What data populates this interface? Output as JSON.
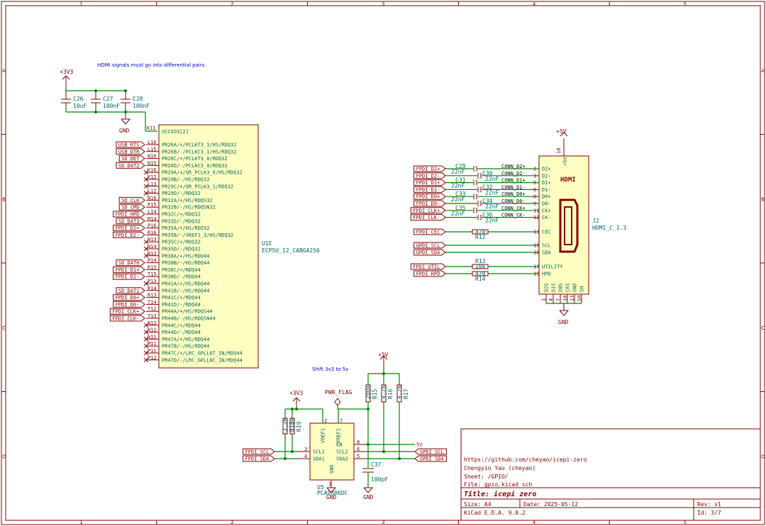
{
  "frame": {
    "columns": [
      "1",
      "2",
      "3",
      "4",
      "5"
    ],
    "rows": [
      "A",
      "B",
      "C",
      "D"
    ]
  },
  "notes": {
    "hdmi_note": "HDMI signals must go into differential pairs",
    "shift_note": "Shift 3v3 to 5v"
  },
  "u1e": {
    "power_pin": {
      "num": "K11",
      "name": "VCCIO3[2]"
    },
    "pins": [
      {
        "num": "L16",
        "name": "PR26A/+/PCLKT3_1/HS/RDQ32",
        "label": "USB_RTS",
        "nc": false
      },
      {
        "num": "L15",
        "name": "PR26B/-/PCLKC3_1/HS/RDQ32",
        "label": "USB_DTR",
        "nc": false
      },
      {
        "num": "N16",
        "name": "PR26C/+/PCLKT3_0/RDQ32",
        "label": "SD_DET",
        "nc": false
      },
      {
        "num": "N15",
        "name": "PR26D/-/PCLKC3_0/RDQ32",
        "label": "SD_DAT2",
        "nc": false
      },
      {
        "num": "K16",
        "name": "PR29A/+/GR_PCLK3_0/HS/RDQ32",
        "label": "",
        "nc": true
      },
      {
        "num": "K12",
        "name": "PR29B/-/HS/RDQ32",
        "label": "",
        "nc": true
      },
      {
        "num": "L13",
        "name": "PR29C/+/GR_PCLK3_1/RDQ32",
        "label": "",
        "nc": true
      },
      {
        "num": "L12",
        "name": "PR29D/-/RDQ32",
        "label": "",
        "nc": true
      },
      {
        "num": "N16",
        "name": "PR32A/+/HS/RDQS32",
        "label": "SD_CLK",
        "nc": false
      },
      {
        "num": "P15",
        "name": "PR32B/-/HS/RDQSN32",
        "label": "SD_CMD",
        "nc": false
      },
      {
        "num": "L14",
        "name": "PR32C/+/RDQ32",
        "label": "FPDI_HPD",
        "nc": false
      },
      {
        "num": "M14",
        "name": "PR32D/-/RDQ32",
        "label": "SD_DAT3",
        "nc": false
      },
      {
        "num": "P16",
        "name": "PR35A/+/HS/RDQ32",
        "label": "FPDI_D2+",
        "nc": false
      },
      {
        "num": "R16",
        "name": "PR35B/-/VREF1_3/HS/RDQ32",
        "label": "FPDI_D2-",
        "nc": false
      },
      {
        "num": "N13",
        "name": "PR35C/+/RDQ32",
        "label": "",
        "nc": true
      },
      {
        "num": "N14",
        "name": "PR35D/-/RDQ32",
        "label": "",
        "nc": true
      },
      {
        "num": "N13",
        "name": "PR38A/+/HS/RDQ44",
        "label": "",
        "nc": true
      },
      {
        "num": "P14",
        "name": "PR38B/-/HS/RDQ44",
        "label": "SD_DAT0",
        "nc": false
      },
      {
        "num": "R15",
        "name": "PR38C/+/RDQ44",
        "label": "FPDI_D1+",
        "nc": false
      },
      {
        "num": "T15",
        "name": "PR38D/-/RDQ44",
        "label": "FPDI_D1-",
        "nc": false
      },
      {
        "num": "P13",
        "name": "PR41A/+/HS/RDQ44",
        "label": "",
        "nc": true
      },
      {
        "num": "R14",
        "name": "PR41B/-/HS/RDQ44",
        "label": "SD_DAT1",
        "nc": false
      },
      {
        "num": "R13",
        "name": "PR41C/+/RDQ44",
        "label": "FPDI_D0+",
        "nc": false
      },
      {
        "num": "T14",
        "name": "PR41D/-/RDQ44",
        "label": "FPDI_D0-",
        "nc": false
      },
      {
        "num": "T12",
        "name": "PR44A/+/HS/RDQS44",
        "label": "FPDI_CLK+",
        "nc": false
      },
      {
        "num": "T13",
        "name": "PR44B/-/HS/RDQSN44",
        "label": "FPDI_CLK-",
        "nc": false
      },
      {
        "num": "N12",
        "name": "PR44C/+/RDQ44",
        "label": "",
        "nc": true
      },
      {
        "num": "N12",
        "name": "PR44D/-/RDQ44",
        "label": "",
        "nc": true
      },
      {
        "num": "N11",
        "name": "PR47A/+/HS/RDQ44",
        "label": "",
        "nc": true
      },
      {
        "num": "M11",
        "name": "PR47B/-/HS/RDQ44",
        "label": "",
        "nc": true
      },
      {
        "num": "P11",
        "name": "PR47C/+/LRC_GPLL0T_IN/RDQ44",
        "label": "",
        "nc": true
      },
      {
        "num": "P12",
        "name": "PR47D/-/LRC_GPLL0C_IN/RDQ44",
        "label": "",
        "nc": true
      }
    ],
    "ref": "U1E",
    "value": "ECP5U_12_CABGA256"
  },
  "decoupling": {
    "rail": "+3V3",
    "gnd": "GND",
    "caps": [
      {
        "ref": "C26",
        "value": "10uF"
      },
      {
        "ref": "C27",
        "value": "100nF"
      },
      {
        "ref": "C28",
        "value": "100nF"
      }
    ]
  },
  "hdmi": {
    "ref": "J2",
    "value": "HDMI_C_1.3",
    "rail": "+5V",
    "gnd": "GND",
    "top_pin": "18",
    "top_pin_name": "+5V",
    "logo": "HDMI",
    "pins": [
      {
        "num": "2",
        "name": "D2+",
        "label": "FPDI_D2+",
        "cap": "C29",
        "cval": "22nF",
        "net": "CONN_D2+"
      },
      {
        "num": "3",
        "name": "D2-",
        "label": "FPDI_D2-",
        "cap": "C30",
        "cval": "22nF",
        "net": "CONN_D2-"
      },
      {
        "num": "5",
        "name": "D1+",
        "label": "FPDI_D1+",
        "cap": "C31",
        "cval": "22nF",
        "net": "CONN_D1+"
      },
      {
        "num": "6",
        "name": "D1-",
        "label": "FPDI_D1-",
        "cap": "C32",
        "cval": "22nF",
        "net": "CONN_D1-"
      },
      {
        "num": "8",
        "name": "D0+",
        "label": "FPDI_D0+",
        "cap": "C33",
        "cval": "22nF",
        "net": "CONN_D0+"
      },
      {
        "num": "9",
        "name": "D0-",
        "label": "FPDI_D0-",
        "cap": "C34",
        "cval": "22nF",
        "net": "CONN_D0-"
      },
      {
        "num": "11",
        "name": "CK+",
        "label": "FPDI_CLK+",
        "cap": "C35",
        "cval": "22nF",
        "net": "CONN_CK+"
      },
      {
        "num": "12",
        "name": "CK-",
        "label": "FPDI_CLK-",
        "cap": "C36",
        "cval": "22nF",
        "net": "CONN_CK-"
      }
    ],
    "misc": [
      {
        "num": "13",
        "name": "CEC",
        "label": "FPDI_CEC",
        "res": "R12",
        "rval": "470"
      },
      {
        "num": "15",
        "name": "SCL",
        "label": "GPDI_SCL",
        "res": "",
        "rval": ""
      },
      {
        "num": "16",
        "name": "SDA",
        "label": "GPDI_SDA",
        "res": "",
        "rval": ""
      },
      {
        "num": "17",
        "name": "UTILITY",
        "label": "FPDI_UTIL",
        "res": "R13",
        "rval": "10k"
      },
      {
        "num": "19",
        "name": "HPD",
        "label": "FPDI_HPD",
        "res": "R14",
        "rval": "470"
      }
    ],
    "bottom_pins": [
      {
        "num": "1",
        "name": "D2S"
      },
      {
        "num": "4",
        "name": "D1S"
      },
      {
        "num": "7",
        "name": "D0S"
      },
      {
        "num": "10",
        "name": "CKS"
      },
      {
        "num": "13",
        "name": "GND"
      },
      {
        "num": "SH",
        "name": "SH"
      }
    ]
  },
  "shifter": {
    "ref": "U5",
    "value": "PCA9306DC",
    "rail_3v3": "+3V3",
    "rail_5v": "+5V",
    "pwr_flag": "PWR_FLAG",
    "gnd": "GND",
    "pins_left": [
      {
        "num": "3",
        "name": "SCL1",
        "label": "FPDI_SCL"
      },
      {
        "num": "4",
        "name": "SDA1",
        "label": "FPDI_SDA"
      }
    ],
    "pins_right": [
      {
        "num": "8",
        "name": "EN",
        "label": "5V"
      },
      {
        "num": "6",
        "name": "SCL2",
        "label": "GPDI_SCL"
      },
      {
        "num": "5",
        "name": "SDA2",
        "label": "GPDI_SDA"
      }
    ],
    "top_pins": [
      {
        "num": "2",
        "name": "VREF1"
      },
      {
        "num": "7",
        "name": "VREF2"
      }
    ],
    "bottom_pin": {
      "num": "1",
      "name": "GND"
    },
    "resistors_3v3": [
      {
        "ref": "R18",
        "value": "3.3k"
      },
      {
        "ref": "R19",
        "value": "3.3k"
      }
    ],
    "resistors_5v": [
      {
        "ref": "R15",
        "value": "200k"
      },
      {
        "ref": "R16",
        "value": "4.7k"
      },
      {
        "ref": "R17",
        "value": "4.7k"
      }
    ],
    "cap": {
      "ref": "C37",
      "value": "100pF"
    }
  },
  "title_block": {
    "url": "https://github.com/cheyao/icepi-zero",
    "author": "Chengyin Yao (cheyao)",
    "sheet": "Sheet: /GPIO/",
    "file": "File: gpio.kicad_sch",
    "title": "Title: icepi zero",
    "size": "Size: A4",
    "date": "Date: 2025-05-12",
    "rev": "Rev: v1",
    "tool": "KiCad E.D.A. 9.0.2",
    "id": "Id: 3/7"
  }
}
